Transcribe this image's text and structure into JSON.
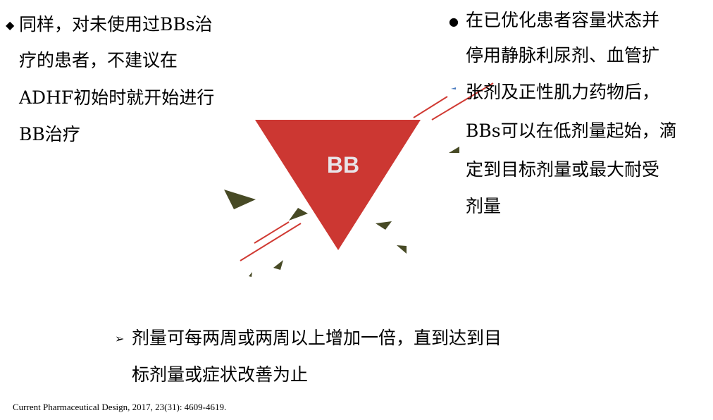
{
  "left_point": {
    "bullet_icon": "diamond-bullet",
    "lines": [
      "同样，对未使用过BBs治",
      "疗的患者，不建议在",
      "ADHF初始时就开始进行",
      "BB治疗"
    ]
  },
  "right_point": {
    "bullet_icon": "dot-bullet",
    "lines": [
      "在已优化患者容量状态并",
      "停用静脉利尿剂、血管扩",
      "张剂及正性肌力药物后，",
      "BBs可以在低剂量起始，滴",
      "定到目标剂量或最大耐受",
      "剂量"
    ]
  },
  "bottom_point": {
    "bullet_icon": "arrowhead-bullet",
    "lines": [
      "剂量可每两周或两周以上增加一倍，直到达到目",
      "标剂量或症状改善为止"
    ]
  },
  "center_graphic": {
    "label": "BB",
    "color": "#CC3732",
    "shard_color": "#474A25"
  },
  "citation": "Current Pharmaceutical Design, 2017, 23(31): 4609-4619."
}
